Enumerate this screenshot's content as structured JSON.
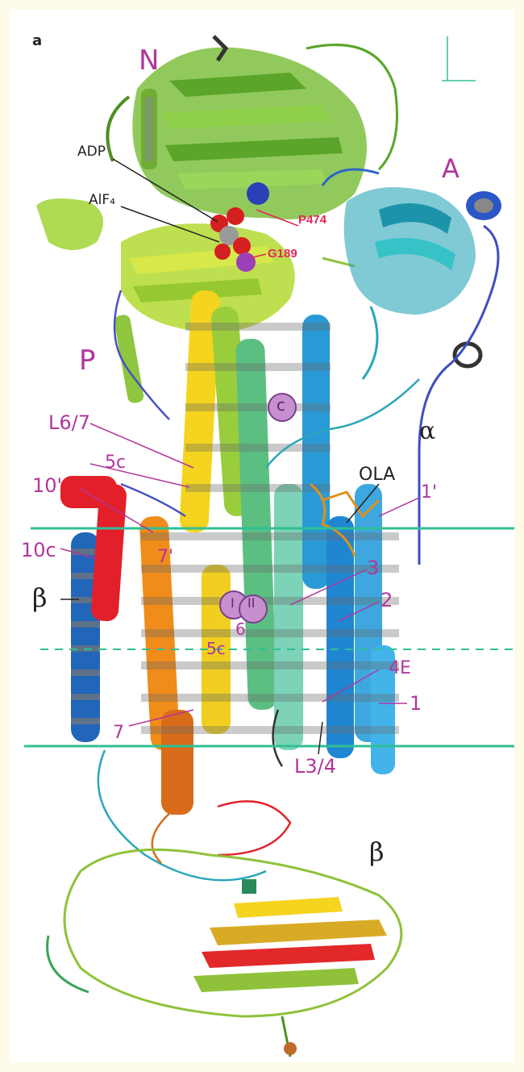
{
  "panel_letter": "a",
  "domains": {
    "N": "N",
    "A": "A",
    "P": "P"
  },
  "subunits": {
    "alpha": "α",
    "beta_left": "β",
    "beta_bottom": "β"
  },
  "ligands": {
    "adp": "ADP",
    "alf4": "AlF₄",
    "ola": "OLA",
    "residue1": "P474",
    "residue2": "G189"
  },
  "loops": {
    "l67": "L6/7",
    "l34": "L3/4"
  },
  "helices": {
    "h10p": "10'",
    "h10c": "10c",
    "h5c_top": "5c",
    "h7p": "7'",
    "h6": "6",
    "h5c": "5c",
    "h7": "7",
    "h1p": "1'",
    "h3": "3",
    "h2": "2",
    "h4e": "4E",
    "h1": "1"
  },
  "ions": {
    "c": "c",
    "i1": "I",
    "i2": "II"
  },
  "colors": {
    "background": "#fffbe9",
    "label_magenta": "#b1369b",
    "label_red": "#e3285a",
    "membrane_line": "#2fbf95"
  }
}
